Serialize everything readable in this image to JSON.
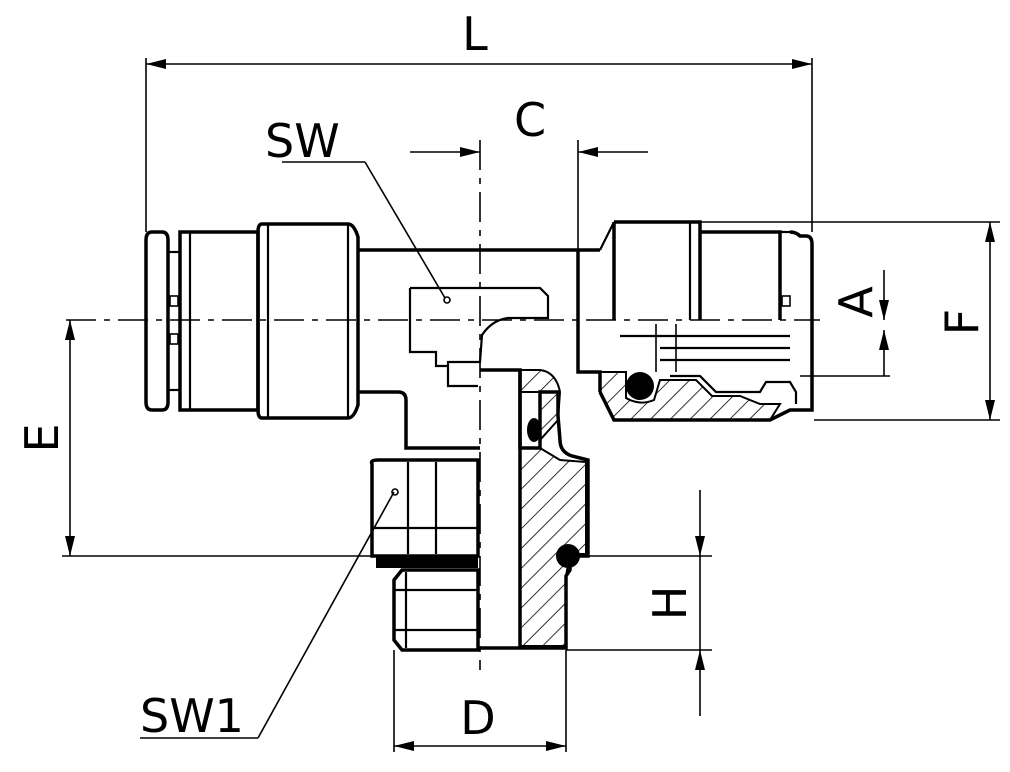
{
  "labels": {
    "L": "L",
    "C": "C",
    "SW": "SW",
    "A": "A",
    "F": "F",
    "E": "E",
    "H": "H",
    "D": "D",
    "SW1": "SW1"
  },
  "colors": {
    "line": "#000000",
    "background": "#ffffff"
  }
}
